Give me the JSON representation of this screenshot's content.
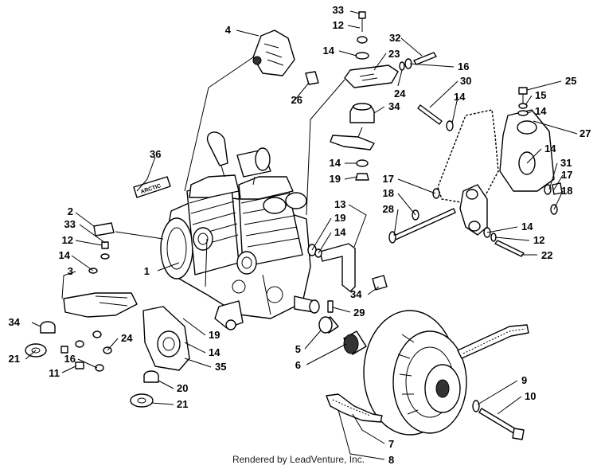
{
  "footer": {
    "text": "Rendered by LeadVenture, Inc."
  },
  "callouts": [
    "1",
    "2",
    "3",
    "4",
    "5",
    "6",
    "7",
    "8",
    "9",
    "10",
    "11",
    "12",
    "13",
    "14",
    "15",
    "16",
    "17",
    "18",
    "19",
    "20",
    "21",
    "22",
    "23",
    "24",
    "25",
    "26",
    "27",
    "28",
    "29",
    "30",
    "31",
    "32",
    "33",
    "34",
    "35",
    "36"
  ],
  "decal_text": "ARCTIC"
}
